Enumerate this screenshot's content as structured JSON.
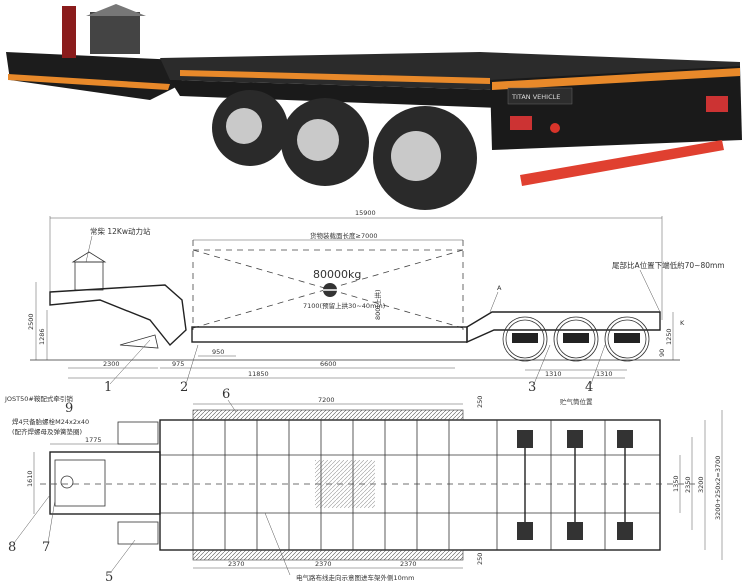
{
  "photo": {
    "brand_logo": "TITAN VEHICLE",
    "colors": {
      "frame": "#1a1a1a",
      "stripe": "#e8892a",
      "tire": "#2a2a2a",
      "rim": "#c9c9c9",
      "reflector": "#d8342a"
    }
  },
  "side_view": {
    "overall_length": "15900",
    "power_station_note": "常柴 12Kw动力站",
    "cargo_length_note": "货物装载面长度≥7000",
    "cargo_weight": "80000kg",
    "camber_note": "7100(预留上拱30~40mm)",
    "deck_height_note": "800(上拱)",
    "height_total": "2500",
    "height_gooseneck": "1286",
    "dim_2300": "2300",
    "dim_975": "975",
    "dim_950": "950",
    "dim_11850": "11850",
    "dim_6600": "6600",
    "axle_spacing_1": "1310",
    "axle_spacing_2": "1310",
    "rear_height": "1250",
    "rear_low": "90",
    "point_a": "A",
    "point_k": "K",
    "rear_note": "尾部比A位置下端低約70~80mm",
    "callouts": [
      "1",
      "2",
      "3",
      "4"
    ]
  },
  "plan_view": {
    "kingpin_note": "JOST50#鞍配式牵引销",
    "spare_bolt_note": "焊4只备胎螺栓M24x2x40",
    "spare_bolt_note2": "(配齐焊螺母及弹簧垫圈)",
    "dim_1775": "1775",
    "dim_1610": "1610",
    "dim_7200": "7200",
    "dim_250_top": "250",
    "dim_250_bottom": "250",
    "dim_2370_a": "2370",
    "dim_2370_b": "2370",
    "dim_2370_c": "2370",
    "air_tank_note": "贮气筒位置",
    "wiring_note": "电气路布线走向示意图进车架外侧10mm",
    "dim_1350": "1350",
    "dim_2350": "2350",
    "dim_3200": "3200",
    "width_formula": "3200+250x2=3700",
    "callouts": [
      "5",
      "6",
      "7",
      "8",
      "9"
    ]
  }
}
